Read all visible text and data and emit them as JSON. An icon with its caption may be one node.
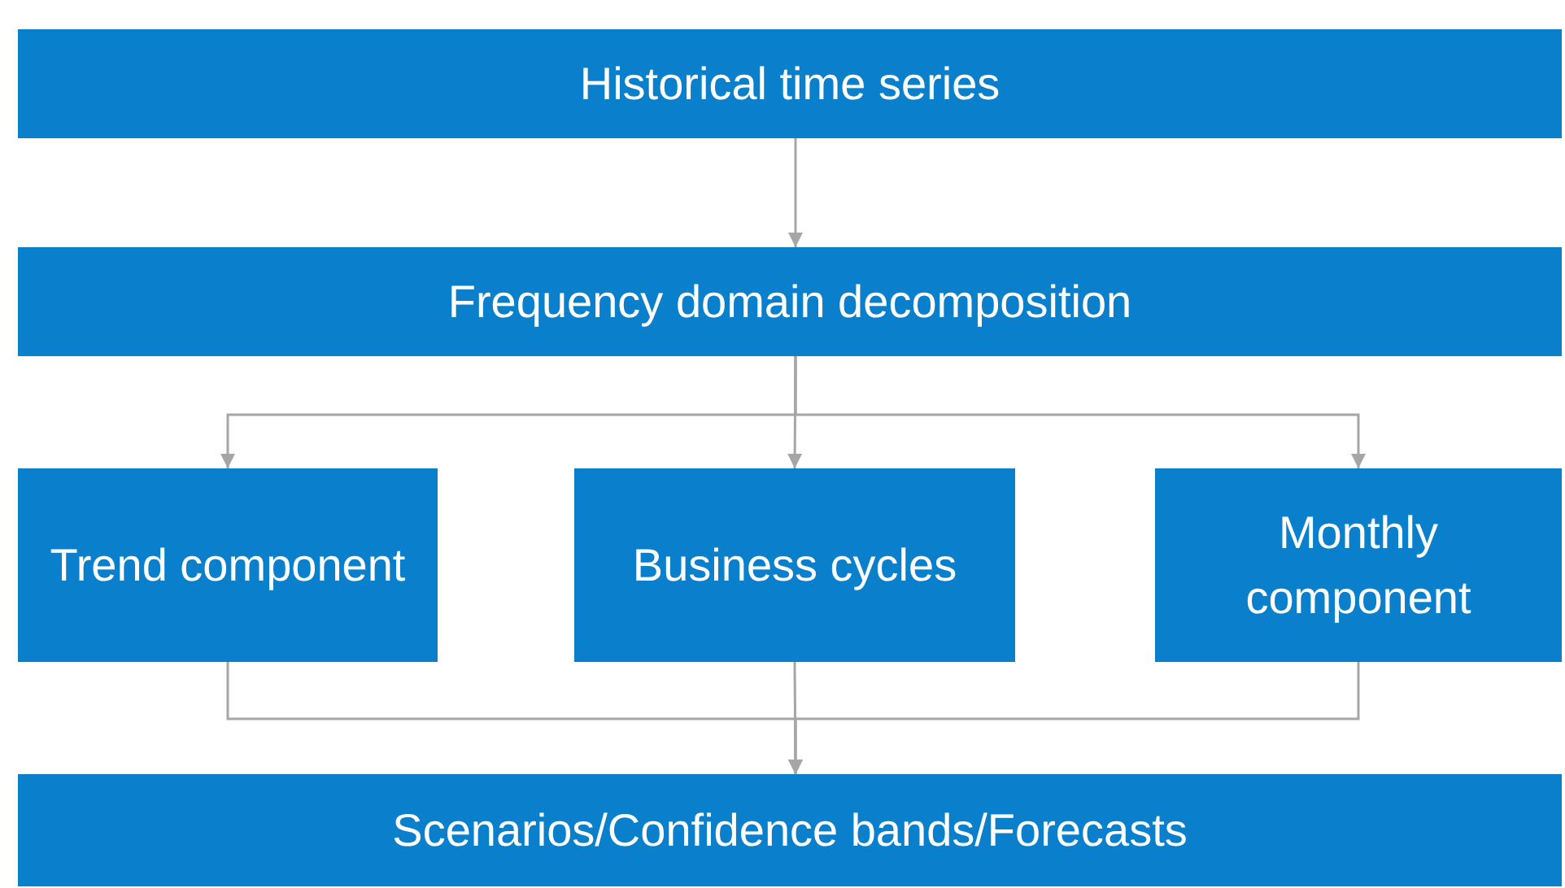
{
  "diagram": {
    "nodes": [
      {
        "text": [
          "Historical time series"
        ]
      },
      {
        "text": [
          "Frequency domain decomposition"
        ]
      },
      {
        "text": [
          "Trend component"
        ]
      },
      {
        "text": [
          "Business cycles"
        ]
      },
      {
        "text": [
          "Monthly component"
        ]
      },
      {
        "text": [
          "Scenarios/Confidence bands/Forecasts"
        ]
      }
    ],
    "edges": [
      {
        "from": 0,
        "to": 1,
        "arrow": "to"
      },
      {
        "from": 1,
        "to": 2,
        "arrow": "to"
      },
      {
        "from": 1,
        "to": 3,
        "arrow": "to"
      },
      {
        "from": 1,
        "to": 4,
        "arrow": "to"
      },
      {
        "from": 2,
        "to": 5,
        "arrow": "to"
      },
      {
        "from": 3,
        "to": 5,
        "arrow": "to"
      },
      {
        "from": 4,
        "to": 5,
        "arrow": "to"
      }
    ]
  }
}
